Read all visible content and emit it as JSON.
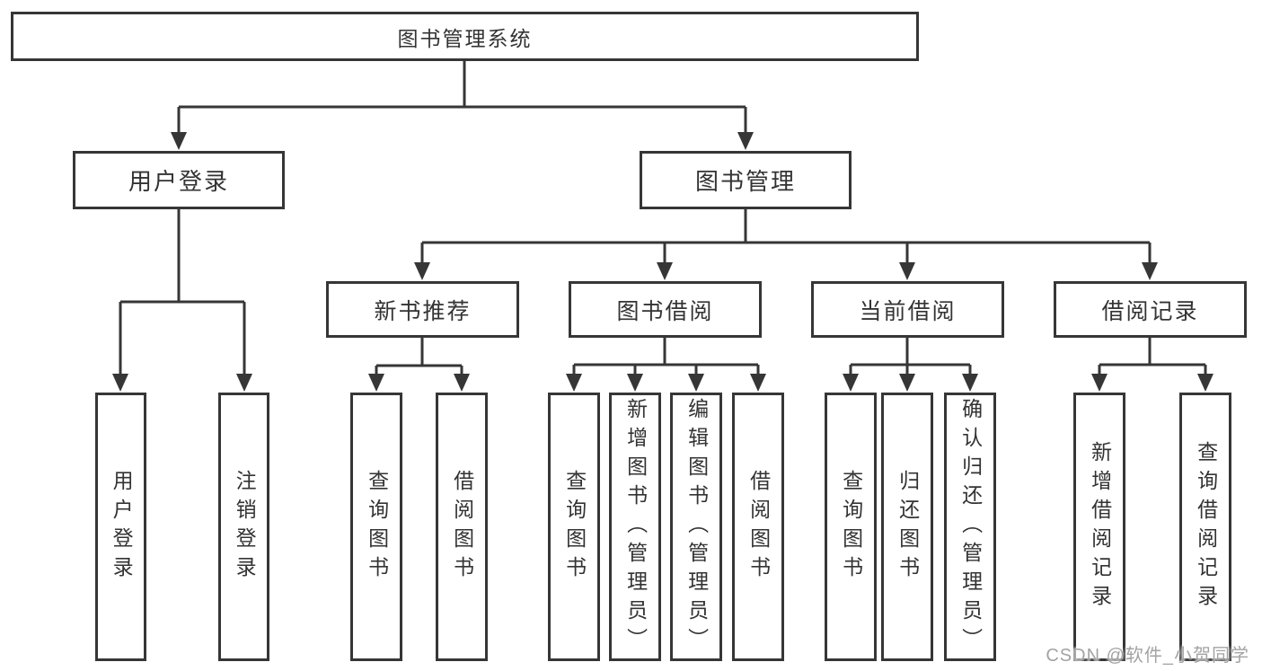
{
  "tree": {
    "label": "图书管理系统",
    "children": [
      {
        "label": "用户登录",
        "children": [
          {
            "label": "用户登录"
          },
          {
            "label": "注销登录"
          }
        ]
      },
      {
        "label": "图书管理",
        "children": [
          {
            "label": "新书推荐",
            "children": [
              {
                "label": "查询图书"
              },
              {
                "label": "借阅图书"
              }
            ]
          },
          {
            "label": "图书借阅",
            "children": [
              {
                "label": "查询图书"
              },
              {
                "label": "新增图书（管理员）"
              },
              {
                "label": "编辑图书（管理员）"
              },
              {
                "label": "借阅图书"
              }
            ]
          },
          {
            "label": "当前借阅",
            "children": [
              {
                "label": "查询图书"
              },
              {
                "label": "归还图书"
              },
              {
                "label": "确认归还（管理员）"
              }
            ]
          },
          {
            "label": "借阅记录",
            "children": [
              {
                "label": "新增借阅记录"
              },
              {
                "label": "查询借阅记录"
              }
            ]
          }
        ]
      }
    ]
  },
  "watermark": {
    "text": "CSDN @软件_小贺同学"
  },
  "colors": {
    "line": "#363636",
    "text": "#333333",
    "watermark": "#a3a3a3",
    "background": "#ffffff"
  }
}
